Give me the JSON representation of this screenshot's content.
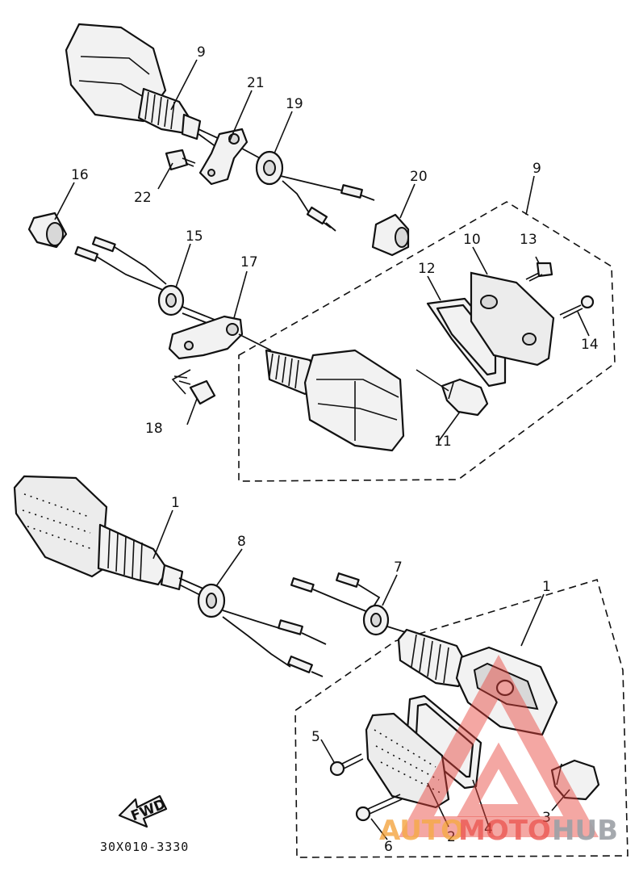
{
  "diagram": {
    "callouts": {
      "c9_top": "9",
      "c21": "21",
      "c19": "19",
      "c22": "22",
      "c16": "16",
      "c20": "20",
      "c9_box": "9",
      "c15": "15",
      "c17": "17",
      "c10": "10",
      "c13": "13",
      "c12": "12",
      "c14": "14",
      "c18": "18",
      "c11": "11",
      "c1_top": "1",
      "c8": "8",
      "c7": "7",
      "c1_box": "1",
      "c5": "5",
      "c3": "3",
      "c2": "2",
      "c4": "4",
      "c6": "6"
    },
    "fwd_label": "FWD",
    "drawing_code": "30X010-3330"
  },
  "watermark": {
    "text_auto": "AUTO",
    "text_moto": "MOTO",
    "text_hub": "HUB",
    "colors": {
      "red": "#e8413a",
      "orange": "#f39a2b",
      "gray": "#8a8f96"
    }
  }
}
